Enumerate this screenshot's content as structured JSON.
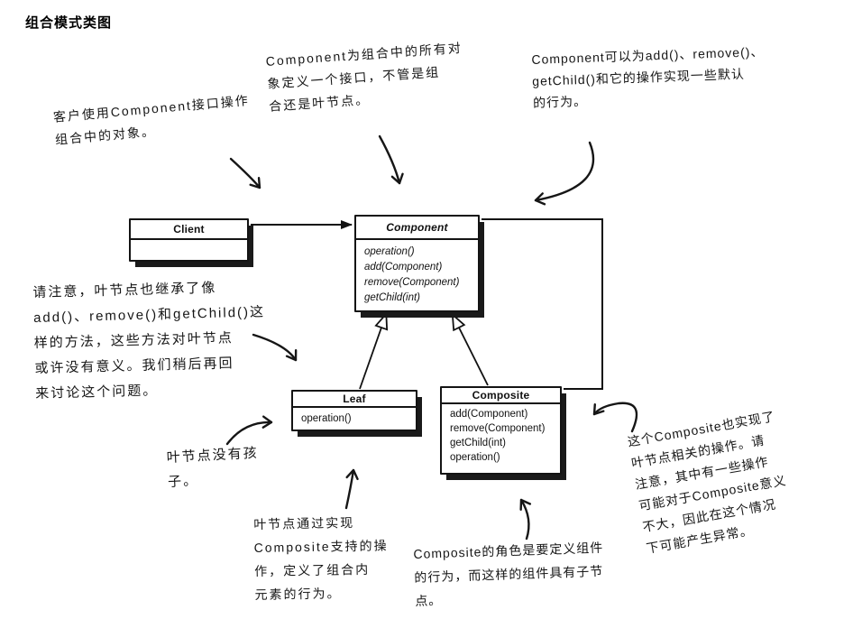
{
  "page": {
    "title": "组合模式类图"
  },
  "colors": {
    "ink": "#111111",
    "background": "#ffffff"
  },
  "classes": {
    "client": {
      "name": "Client",
      "methods": []
    },
    "component": {
      "name": "Component",
      "methods": [
        "operation()",
        "add(Component)",
        "remove(Component)",
        "getChild(int)"
      ]
    },
    "leaf": {
      "name": "Leaf",
      "methods": [
        "operation()"
      ]
    },
    "composite": {
      "name": "Composite",
      "methods": [
        "add(Component)",
        "remove(Component)",
        "getChild(int)",
        "operation()"
      ]
    }
  },
  "annotations": {
    "client_note": {
      "lines": [
        "客户使用Component接口操作",
        "组合中的对象。"
      ]
    },
    "component_note": {
      "lines": [
        "Component为组合中的所有对",
        "象定义一个接口，不管是组",
        "合还是叶节点。"
      ]
    },
    "default_behavior_note": {
      "lines": [
        "Component可以为add()、remove()、",
        "getChild()和它的操作实现一些默认",
        "的行为。"
      ]
    },
    "leaf_inherit_note": {
      "lines": [
        "请注意，叶节点也继承了像",
        "add()、remove()和getChild()这",
        "样的方法，这些方法对叶节点",
        "或许没有意义。我们稍后再回",
        "来讨论这个问题。"
      ]
    },
    "leaf_nochild_note": {
      "lines": [
        "叶节点没有孩",
        "子。"
      ]
    },
    "leaf_impl_note": {
      "lines": [
        "叶节点通过实现",
        "Composite支持的操",
        "作，定义了组合内",
        "元素的行为。"
      ]
    },
    "composite_role_note": {
      "lines": [
        "Composite的角色是要定义组件",
        "的行为，而这样的组件具有子节",
        "点。"
      ]
    },
    "composite_ops_note": {
      "lines": [
        "这个Composite也实现了",
        "叶节点相关的操作。请",
        "注意，其中有一些操作",
        "可能对于Composite意义",
        "不大，因此在这个情况",
        "下可能产生异常。"
      ]
    }
  }
}
